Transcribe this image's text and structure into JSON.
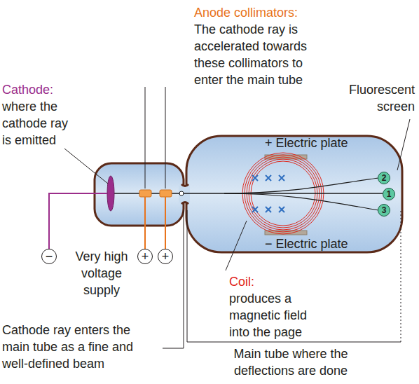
{
  "diagram": {
    "nodes": [
      {
        "text": [
          "2"
        ]
      },
      {
        "text": [
          "1"
        ]
      },
      {
        "text": [
          "3"
        ]
      },
      {
        "text": [
          "−"
        ]
      },
      {
        "text": [
          "+"
        ]
      },
      {
        "text": [
          "+"
        ]
      }
    ],
    "labels": [
      "Anode collimators:",
      "The cathode ray is accelerated towards these collimators to enter the main tube",
      "Cathode:",
      "where the cathode ray is emitted",
      "Fluorescent screen",
      "+ Electric plate",
      "− Electric plate",
      "Very high voltage supply",
      "Coil:",
      "produces a magnetic field into the page",
      "Cathode ray enters the main tube as a fine and well-defined beam",
      "Main tube where the deflections are done"
    ]
  }
}
